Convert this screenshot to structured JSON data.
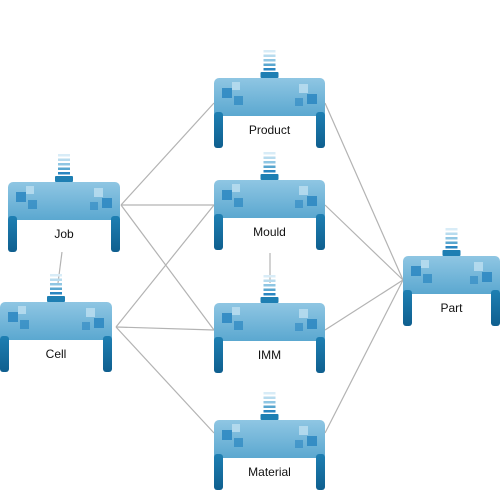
{
  "colors": {
    "node_top": "#8fc6e3",
    "node_mid": "#58a6cf",
    "node_dark": "#1e7fb3",
    "node_deep": "#0f5f8f",
    "accent_square": "#2a86c1",
    "edge": "#b3b3b3",
    "label_text": "#111111"
  },
  "nodes": [
    {
      "id": "product",
      "label": "Product"
    },
    {
      "id": "job",
      "label": "Job"
    },
    {
      "id": "mould",
      "label": "Mould"
    },
    {
      "id": "cell",
      "label": "Cell"
    },
    {
      "id": "imm",
      "label": "IMM"
    },
    {
      "id": "part",
      "label": "Part"
    },
    {
      "id": "material",
      "label": "Material"
    }
  ],
  "edges": [
    {
      "from": "job",
      "to": "product"
    },
    {
      "from": "job",
      "to": "mould"
    },
    {
      "from": "job",
      "to": "imm"
    },
    {
      "from": "job",
      "to": "cell"
    },
    {
      "from": "cell",
      "to": "mould"
    },
    {
      "from": "cell",
      "to": "imm"
    },
    {
      "from": "cell",
      "to": "material"
    },
    {
      "from": "mould",
      "to": "imm"
    },
    {
      "from": "product",
      "to": "part"
    },
    {
      "from": "mould",
      "to": "part"
    },
    {
      "from": "imm",
      "to": "part"
    },
    {
      "from": "material",
      "to": "part"
    }
  ]
}
